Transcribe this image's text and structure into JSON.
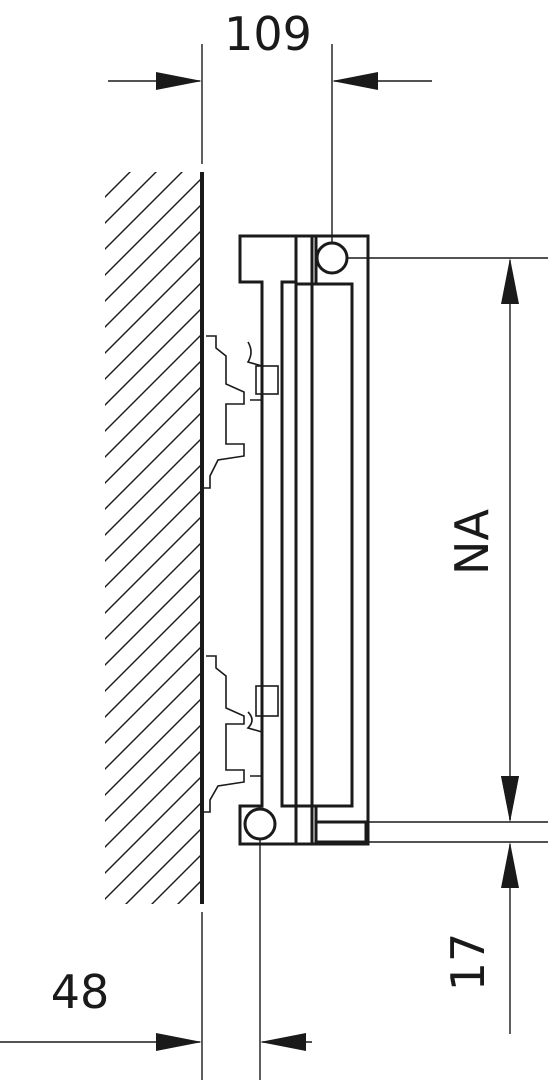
{
  "dimensions": {
    "top_width": "109",
    "bottom_offset": "48",
    "connection_spacing": "NA",
    "bottom_connection": "17"
  },
  "colors": {
    "line": "#1a1a1a",
    "background": "#ffffff"
  }
}
